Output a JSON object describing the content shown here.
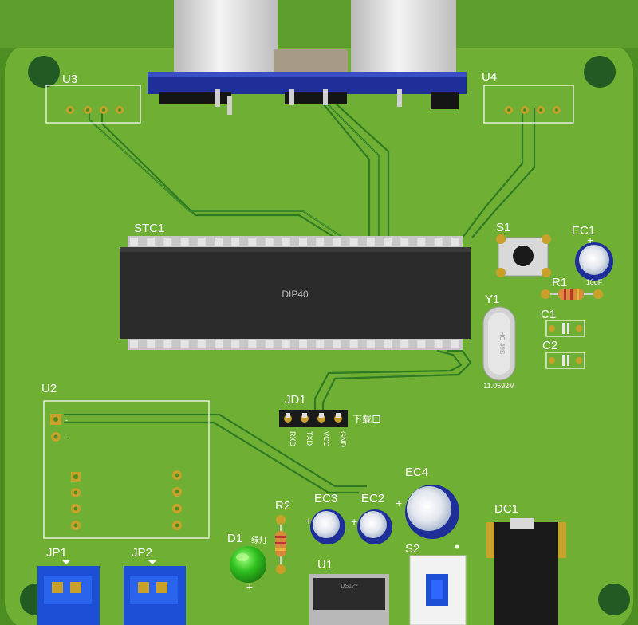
{
  "colors": {
    "board": "#6fb034",
    "board_dark": "#4d8e22",
    "copper": "#c9a12a",
    "mount_hole": "#215a22",
    "chip": "#2b2b2b",
    "header_blue": "#1f2f9a",
    "connector_blue": "#1d4fd6",
    "led_green": "#2fbf1e"
  },
  "components": {
    "u3": {
      "ref": "U3"
    },
    "u4": {
      "ref": "U4"
    },
    "stc1": {
      "ref": "STC1",
      "package": "DIP40"
    },
    "s1": {
      "ref": "S1"
    },
    "ec1": {
      "ref": "EC1",
      "value": "10uF",
      "polarity": "+"
    },
    "r1": {
      "ref": "R1"
    },
    "y1": {
      "ref": "Y1",
      "freq": "11.0592M"
    },
    "c1": {
      "ref": "C1"
    },
    "c2": {
      "ref": "C2"
    },
    "u2": {
      "ref": "U2"
    },
    "jd1": {
      "ref": "JD1",
      "label": "下载口",
      "pins": [
        "RXD",
        "TXD",
        "VCC",
        "GND"
      ]
    },
    "r2": {
      "ref": "R2"
    },
    "ec3": {
      "ref": "EC3",
      "polarity": "+"
    },
    "ec2": {
      "ref": "EC2",
      "polarity": "+"
    },
    "ec4": {
      "ref": "EC4",
      "polarity": "+"
    },
    "dc1": {
      "ref": "DC1"
    },
    "d1": {
      "ref": "D1",
      "label": "绿灯",
      "polarity": "+"
    },
    "s2": {
      "ref": "S2"
    },
    "u1": {
      "ref": "U1"
    },
    "jp1": {
      "ref": "JP1"
    },
    "jp2": {
      "ref": "JP2"
    }
  }
}
